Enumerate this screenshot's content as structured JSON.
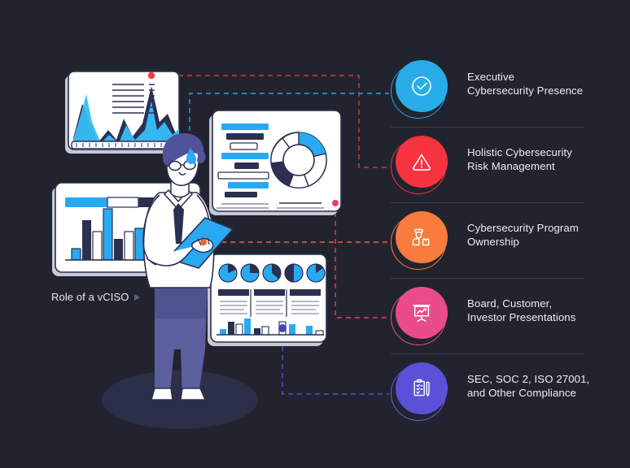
{
  "theme": {
    "background": "#21242f",
    "text": "#eceef3",
    "divider": "#3c4050",
    "card_face": "#ffffff",
    "card_shadow": "#c7cad4",
    "ink_dark": "#2b3050",
    "accent_blue": "#29a9f2",
    "light_blue": "#38bdf8"
  },
  "caption": {
    "text": "Role of a vCISO",
    "marker": "play-triangle"
  },
  "items": [
    {
      "id": "executive-presence",
      "label_lines": [
        "Executive",
        "Cybersecurity Presence"
      ],
      "icon": "check-circle-icon",
      "color": "#28ade8",
      "ring_color": "#2f9fe0",
      "connector_color": "#2f9fe0"
    },
    {
      "id": "risk-management",
      "label_lines": [
        "Holistic Cybersecurity",
        "Risk Management"
      ],
      "icon": "warning-triangle-icon",
      "color": "#f6333f",
      "ring_color": "#f6333f",
      "connector_color": "#e8303c"
    },
    {
      "id": "program-ownership",
      "label_lines": [
        "Cybersecurity Program",
        "Ownership"
      ],
      "icon": "person-box-icon",
      "color": "#f97b3d",
      "ring_color": "#f97b3d",
      "connector_color": "#f4622e"
    },
    {
      "id": "presentations",
      "label_lines": [
        "Board, Customer,",
        "Investor Presentations"
      ],
      "icon": "presentation-chart-icon",
      "color": "#ea4c89",
      "ring_color": "#ea4c89",
      "connector_color": "#e83f7e"
    },
    {
      "id": "compliance",
      "label_lines": [
        "SEC, SOC 2, ISO 27001,",
        "and Other Compliance"
      ],
      "icon": "clipboard-pen-icon",
      "color": "#5b51d8",
      "ring_color": "#6a5fe0",
      "connector_color": "#6a5fe0"
    }
  ],
  "cards": [
    {
      "id": "area-chart-card",
      "name": "area-chart-dashboard",
      "connector_dot_color": "#f03b3b",
      "contents": [
        "area-chart",
        "text-lines"
      ]
    },
    {
      "id": "donut-card",
      "name": "donut-chart-dashboard",
      "connector_dot_color": "#ec3a6e",
      "contents": [
        "bar-list",
        "donut-chart"
      ]
    },
    {
      "id": "bar-chart-card",
      "name": "bar-chart-dashboard",
      "contents": [
        "progress-bar",
        "bar-chart"
      ]
    },
    {
      "id": "pies-card",
      "name": "pie-grid-dashboard",
      "connector_dot_color": "#4b44b8",
      "contents": [
        "pie-row",
        "three-columns",
        "mini-bars"
      ]
    }
  ],
  "illustration": {
    "character": "person-holding-tablet",
    "tablet_dot_color": "#f4622e",
    "shadow": "ellipse-floor-shadow"
  }
}
